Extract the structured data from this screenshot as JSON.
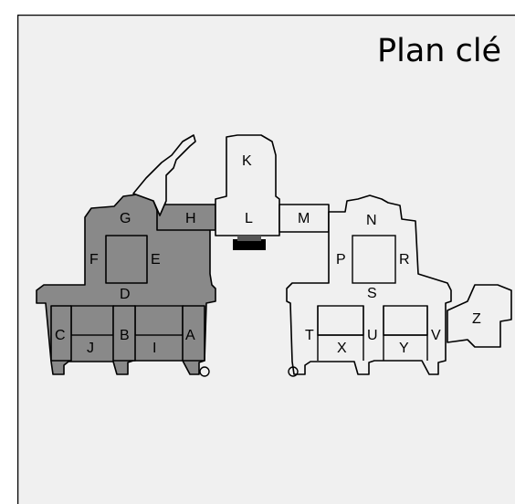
{
  "diagram": {
    "title": "Plan clé",
    "colors": {
      "frame_background": "#f0f0f0",
      "highlighted_wings": "#898989",
      "outline": "#000000"
    },
    "labels": {
      "A": "A",
      "B": "B",
      "C": "C",
      "D": "D",
      "E": "E",
      "F": "F",
      "G": "G",
      "H": "H",
      "I": "I",
      "J": "J",
      "K": "K",
      "L": "L",
      "M": "M",
      "N": "N",
      "P": "P",
      "R": "R",
      "S": "S",
      "T": "T",
      "U": "U",
      "V": "V",
      "X": "X",
      "Y": "Y",
      "Z": "Z"
    }
  }
}
